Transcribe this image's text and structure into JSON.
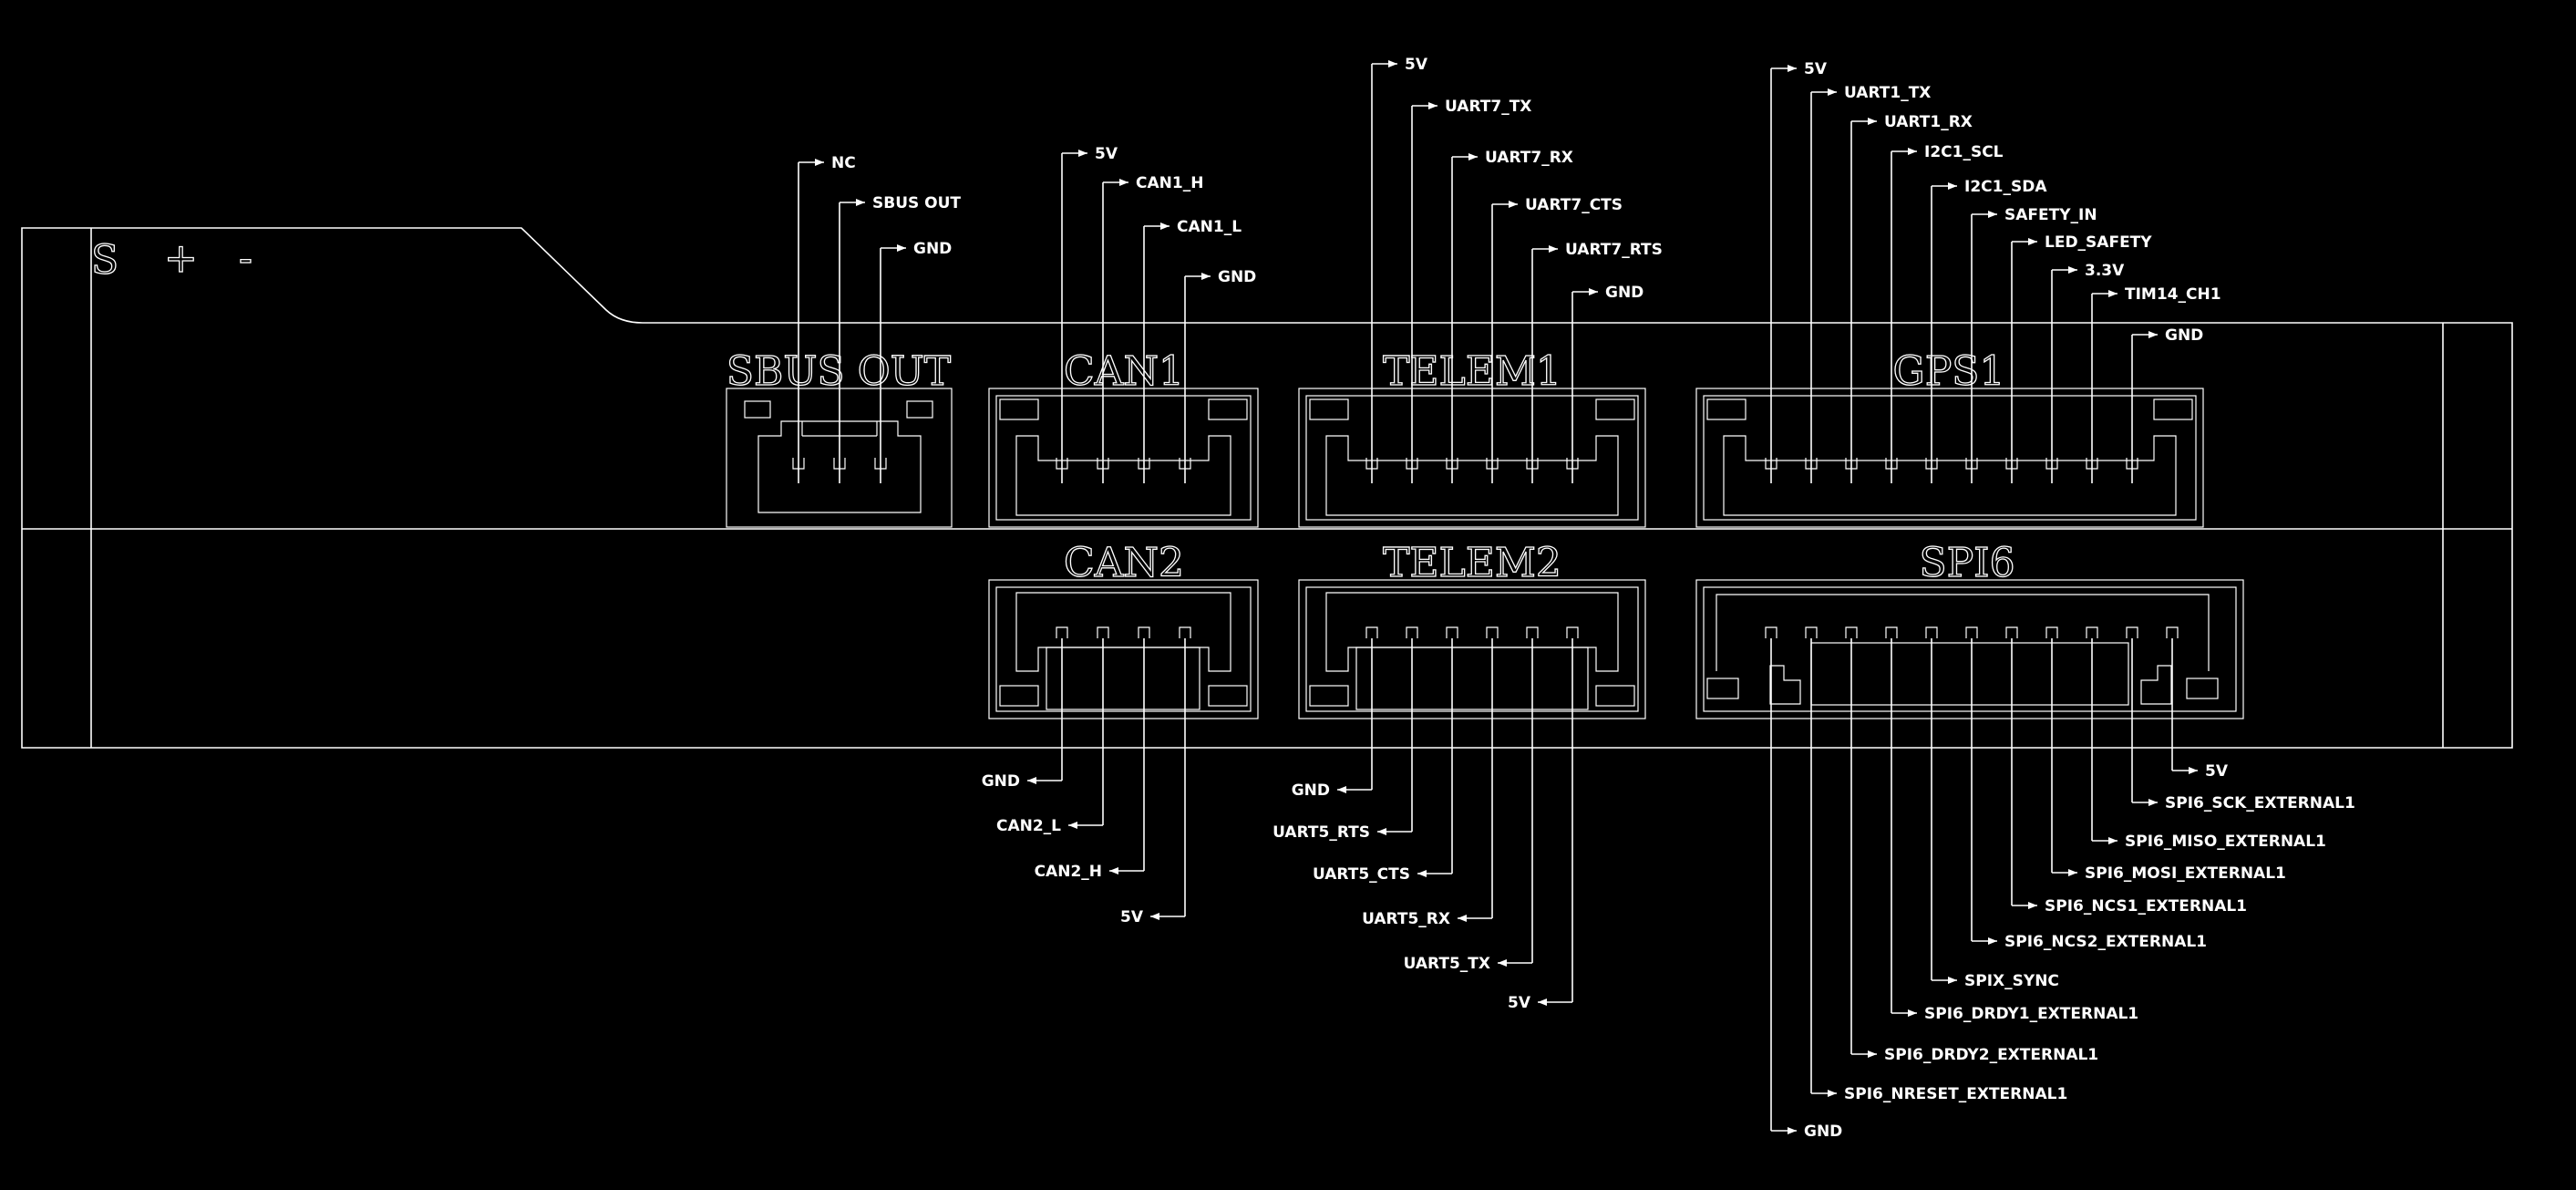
{
  "board": {
    "silkscreen": [
      "S",
      "+",
      "-"
    ]
  },
  "connectors": [
    {
      "id": "sbus-out",
      "title": "SBUS OUT",
      "side": "top",
      "pins": [
        "NC",
        "SBUS OUT",
        "GND"
      ]
    },
    {
      "id": "can1",
      "title": "CAN1",
      "side": "top",
      "pins": [
        "5V",
        "CAN1_H",
        "CAN1_L",
        "GND"
      ]
    },
    {
      "id": "telem1",
      "title": "TELEM1",
      "side": "top",
      "pins": [
        "5V",
        "UART7_TX",
        "UART7_RX",
        "UART7_CTS",
        "UART7_RTS",
        "GND"
      ]
    },
    {
      "id": "gps1",
      "title": "GPS1",
      "side": "top",
      "pins": [
        "5V",
        "UART1_TX",
        "UART1_RX",
        "I2C1_SCL",
        "I2C1_SDA",
        "SAFETY_IN",
        "LED_SAFETY",
        "3.3V",
        "TIM14_CH1",
        "GND"
      ]
    },
    {
      "id": "can2",
      "title": "CAN2",
      "side": "bottom",
      "pins": [
        "GND",
        "CAN2_L",
        "CAN2_H",
        "5V"
      ]
    },
    {
      "id": "telem2",
      "title": "TELEM2",
      "side": "bottom",
      "pins": [
        "GND",
        "UART5_RTS",
        "UART5_CTS",
        "UART5_RX",
        "UART5_TX",
        "5V"
      ]
    },
    {
      "id": "spi6",
      "title": "SPI6",
      "side": "bottom",
      "pins": [
        "GND",
        "SPI6_NRESET_EXTERNAL1",
        "SPI6_DRDY2_EXTERNAL1",
        "SPI6_DRDY1_EXTERNAL1",
        "SPIX_SYNC",
        "SPI6_NCS2_EXTERNAL1",
        "SPI6_NCS1_EXTERNAL1",
        "SPI6_MOSI_EXTERNAL1",
        "SPI6_MISO_EXTERNAL1",
        "SPI6_SCK_EXTERNAL1",
        "5V"
      ]
    }
  ]
}
